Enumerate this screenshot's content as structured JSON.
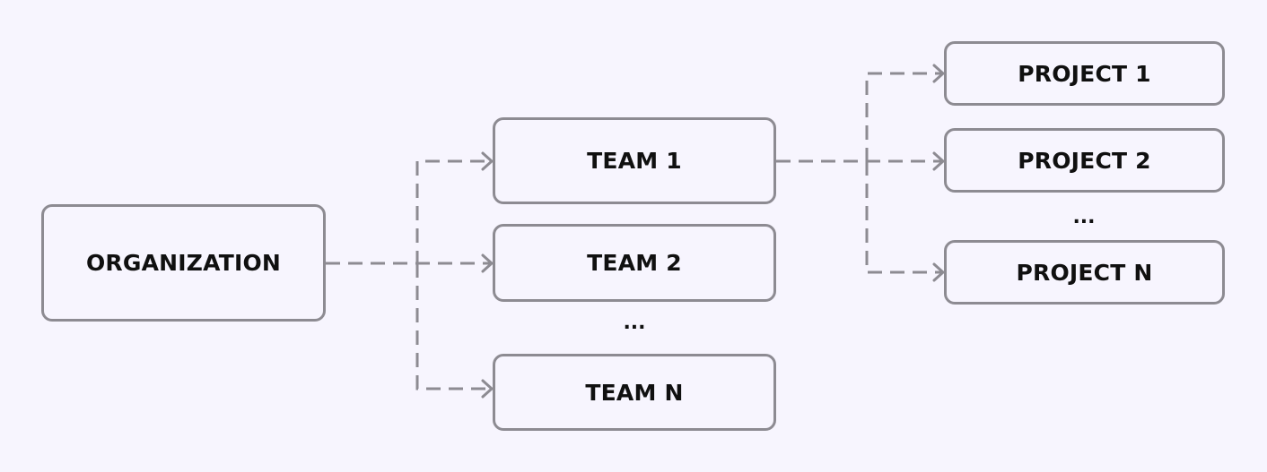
{
  "nodes": {
    "organization": "ORGANIZATION",
    "team_1": "TEAM 1",
    "team_2": "TEAM 2",
    "team_n": "TEAM N",
    "project_1": "PROJECT 1",
    "project_2": "PROJECT 2",
    "project_n": "PROJECT N"
  },
  "ellipses": {
    "teams": "...",
    "projects": "..."
  },
  "edges": [
    {
      "from": "organization",
      "to": "team_1"
    },
    {
      "from": "organization",
      "to": "team_2"
    },
    {
      "from": "organization",
      "to": "team_n"
    },
    {
      "from": "team_1",
      "to": "project_1"
    },
    {
      "from": "team_1",
      "to": "project_2"
    },
    {
      "from": "team_1",
      "to": "project_n"
    }
  ],
  "colors": {
    "background": "#f7f5fe",
    "border": "#8d8b92",
    "connector": "#8d8b92",
    "text": "#101010"
  },
  "connector_style": "dashed-arrow"
}
